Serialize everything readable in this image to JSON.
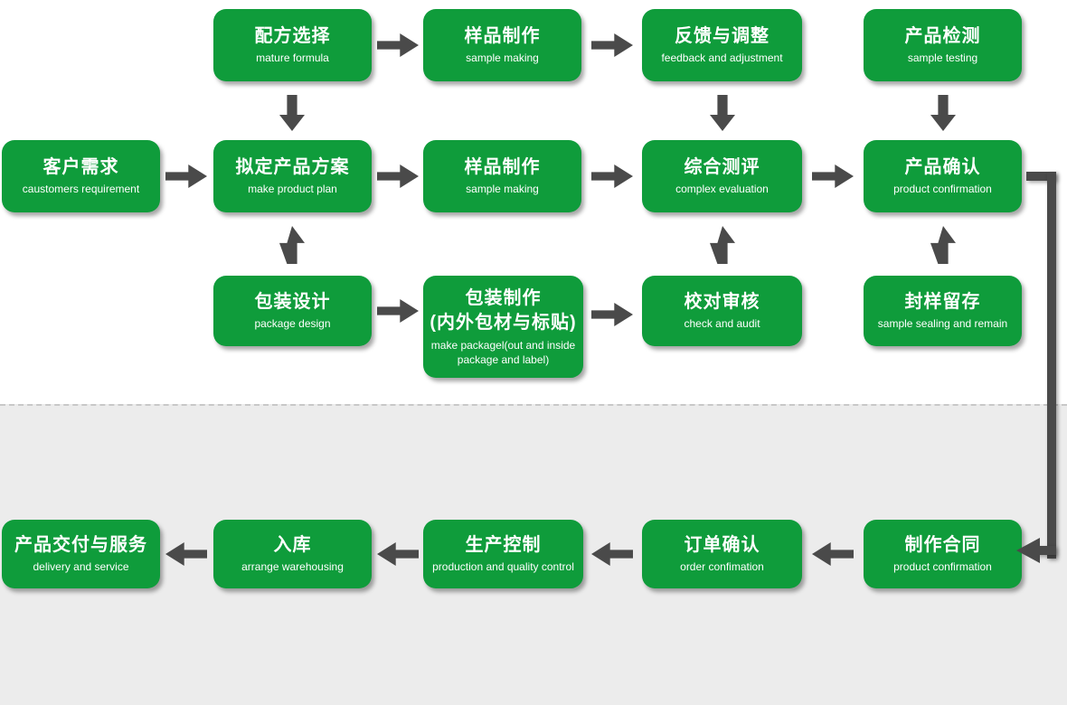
{
  "diagram": {
    "type": "flowchart",
    "description": "Product development and production process flow",
    "colors": {
      "node_green": "#0f9c3b",
      "arrow_gray": "#4a4a4a",
      "lower_zone_background": "#ececec",
      "divider_dashed": "#c8c8c8",
      "text": "#ffffff"
    }
  },
  "nodes": {
    "formula_selection": {
      "cn": "配方选择",
      "en": "mature formula"
    },
    "sample_making_1": {
      "cn": "样品制作",
      "en": "sample making"
    },
    "feedback_adjustment": {
      "cn": "反馈与调整",
      "en": "feedback and adjustment"
    },
    "product_testing": {
      "cn": "产品检测",
      "en": "sample testing"
    },
    "customer_requirement": {
      "cn": "客户需求",
      "en": "caustomers requirement"
    },
    "product_plan": {
      "cn": "拟定产品方案",
      "en": "make product plan"
    },
    "sample_making_2": {
      "cn": "样品制作",
      "en": "sample making"
    },
    "complex_evaluation": {
      "cn": "综合测评",
      "en": "complex evaluation"
    },
    "product_confirmation": {
      "cn": "产品确认",
      "en": "product confirmation"
    },
    "package_design": {
      "cn": "包装设计",
      "en": "package design"
    },
    "package_making": {
      "cn": "包装制作",
      "cn2": "(内外包材与标贴)",
      "en": "make packagel(out and inside package and label)"
    },
    "check_audit": {
      "cn": "校对审核",
      "en": "check and audit"
    },
    "sample_sealing": {
      "cn": "封样留存",
      "en": "sample sealing and remain"
    },
    "delivery_service": {
      "cn": "产品交付与服务",
      "en": "delivery and service"
    },
    "warehousing": {
      "cn": "入库",
      "en": "arrange warehousing"
    },
    "production_control": {
      "cn": "生产控制",
      "en": "production and quality control"
    },
    "order_confirmation": {
      "cn": "订单确认",
      "en": "order confimation"
    },
    "contract_making": {
      "cn": "制作合同",
      "en": "product confirmation"
    }
  }
}
